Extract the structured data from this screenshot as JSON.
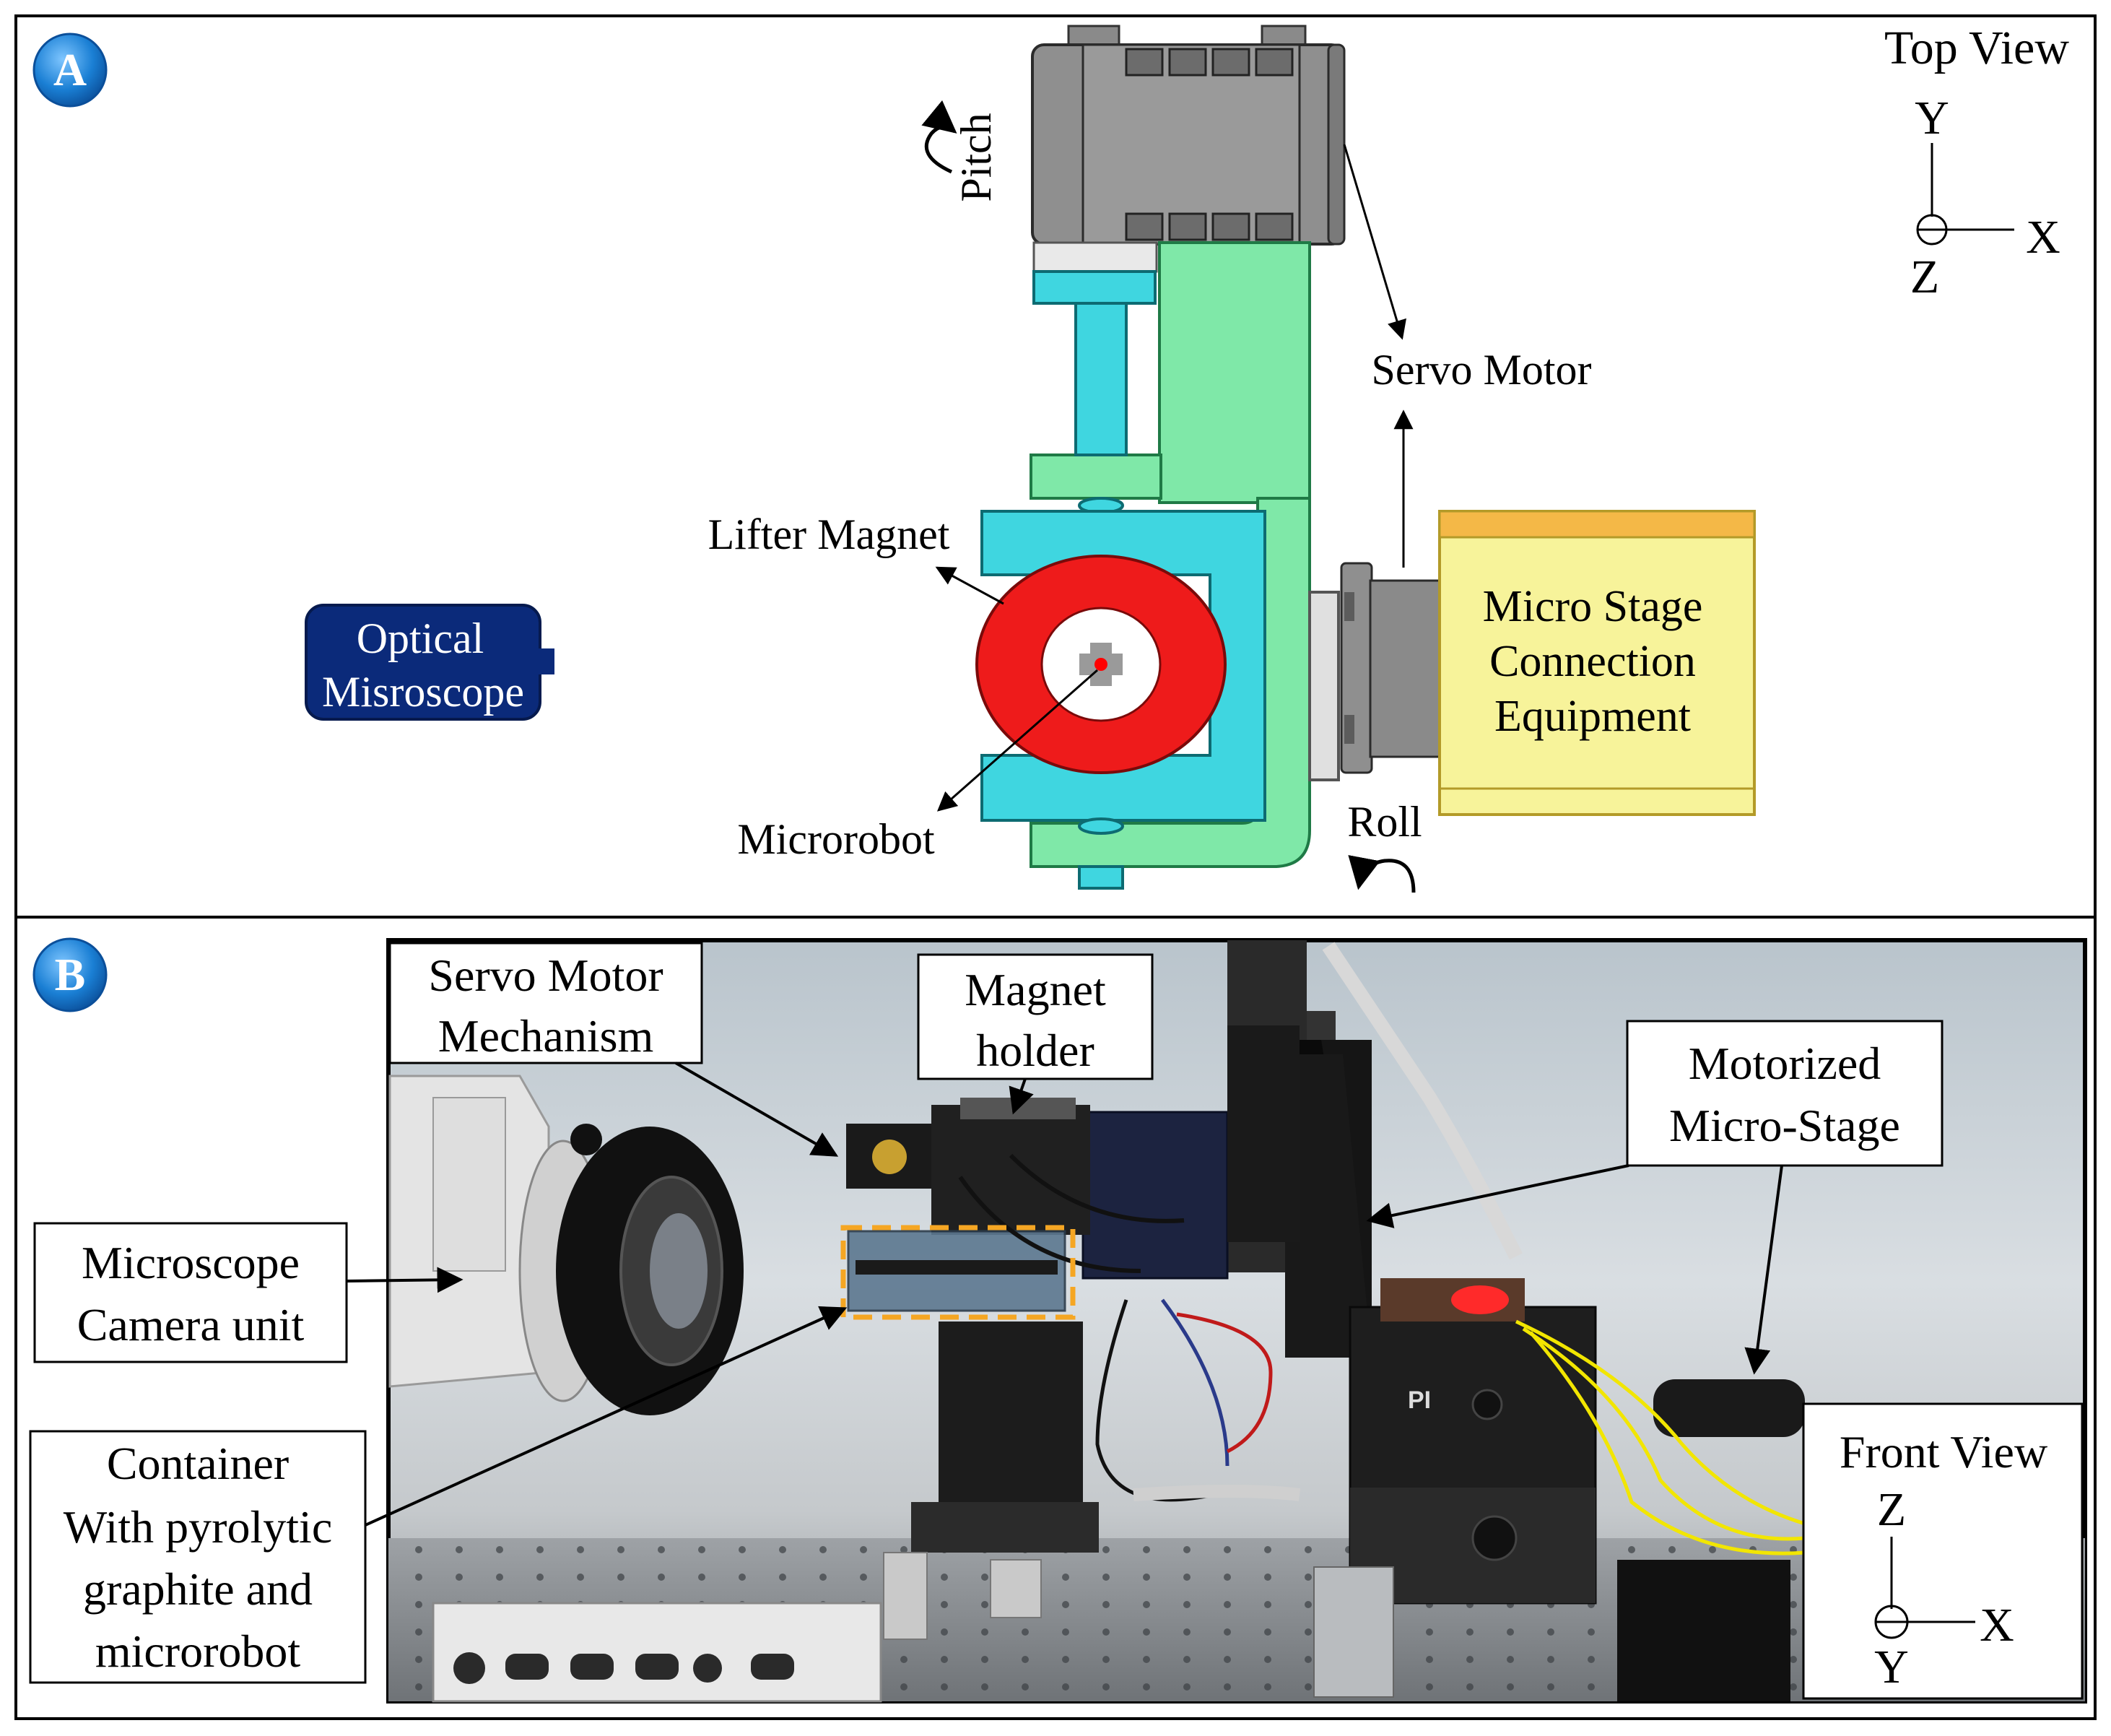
{
  "panel_a": {
    "badge": "A",
    "view_label": "Top View",
    "axes": {
      "vertical": "Y",
      "horizontal": "X",
      "out_of_plane": "Z"
    },
    "labels": {
      "pitch": "Pitch",
      "servo_motor": "Servo Motor",
      "lifter_magnet": "Lifter Magnet",
      "microrobot": "Microrobot",
      "roll": "Roll",
      "optical_line1": "Optical",
      "optical_line2": "Misroscope",
      "stage_line1": "Micro Stage",
      "stage_line2": "Connection",
      "stage_line3": "Equipment"
    },
    "colors": {
      "bracket_green": "#7fe8a8",
      "holder_cyan": "#3fd6e0",
      "magnet_red": "#ee1b1b",
      "servo_grey": "#8a8a8a",
      "stage_yellow": "#f7f39a",
      "stage_orange": "#f4b847",
      "microscope_navy": "#0b2a7a"
    }
  },
  "panel_b": {
    "badge": "B",
    "labels": {
      "servo_line1": "Servo Motor",
      "servo_line2": "Mechanism",
      "magnet_line1": "Magnet",
      "magnet_line2": "holder",
      "stage_line1": "Motorized",
      "stage_line2": "Micro-Stage",
      "camera_line1": "Microscope",
      "camera_line2": "Camera unit",
      "container_line1": "Container",
      "container_line2": "With pyrolytic",
      "container_line3": "graphite and",
      "container_line4": "microrobot",
      "front_view": "Front View",
      "stage_brand": "PI"
    },
    "axes": {
      "vertical": "Z",
      "horizontal": "X",
      "out_of_plane": "Y"
    },
    "colors": {
      "highlight_dashed": "#f5a623",
      "cable_yellow": "#f2e600"
    }
  },
  "badge_color": "#1a7fd4"
}
